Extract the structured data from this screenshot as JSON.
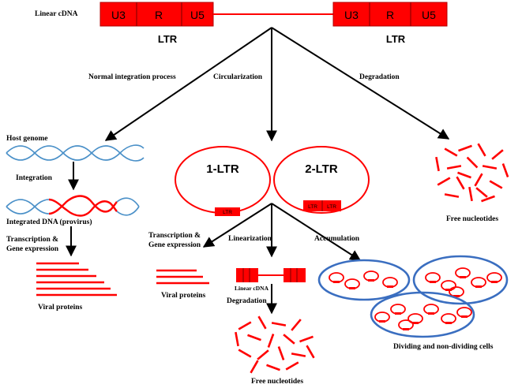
{
  "linear_cdna_label": "Linear cDNA",
  "ltr_segments": [
    "U3",
    "R",
    "U5"
  ],
  "ltr_caption": "LTR",
  "branches": {
    "integration": "Normal integration process",
    "circularization": "Circularization",
    "degradation": "Degradation"
  },
  "integration_path": {
    "host_genome": "Host genome",
    "integration": "Integration",
    "integrated_dna": "Integrated DNA (provirus)",
    "transcription_line1": "Transcription &",
    "transcription_line2": "Gene expression",
    "viral_proteins": "Viral proteins"
  },
  "circles": {
    "one_ltr": "1-LTR",
    "two_ltr": "2-LTR",
    "box_label": "LTR"
  },
  "free_nucleotides": "Free nucleotides",
  "circular_fates": {
    "transcription_line1": "Transcription &",
    "transcription_line2": "Gene expression",
    "linearization": "Linearization",
    "accumulation": "Accumulation",
    "viral_proteins": "Viral proteins",
    "linear_cdna": "Linear cDNA",
    "degradation": "Degradation",
    "free_nucleotides": "Free nucleotides",
    "cells": "Dividing and non-dividing  cells"
  },
  "colors": {
    "dna_red": "#ff0000",
    "dna_blue": "#4a90c8",
    "cell_outline": "#3a6ec0",
    "arrow": "#000000"
  }
}
